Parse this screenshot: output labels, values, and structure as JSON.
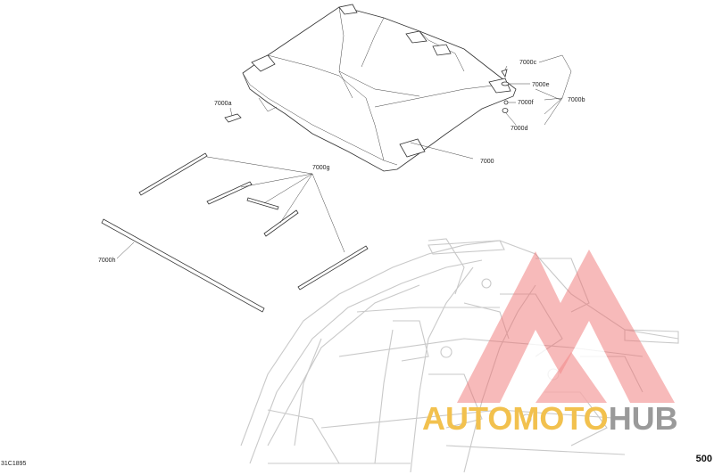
{
  "callouts": {
    "c7000": "7000",
    "c7000a": "7000a",
    "c7000b": "7000b",
    "c7000c": "7000c",
    "c7000d": "7000d",
    "c7000e": "7000e",
    "c7000f": "7000f",
    "c7000g": "7000g",
    "c7000h": "7000h"
  },
  "page_number": "500",
  "drawing_code": "31C1895",
  "watermark": {
    "part1": "AUTO",
    "part2": "MOTO",
    "part3": "HUB",
    "logo_color": "#f07070",
    "text_color": "#f2c14e",
    "hub_color": "#9a9a9a"
  }
}
